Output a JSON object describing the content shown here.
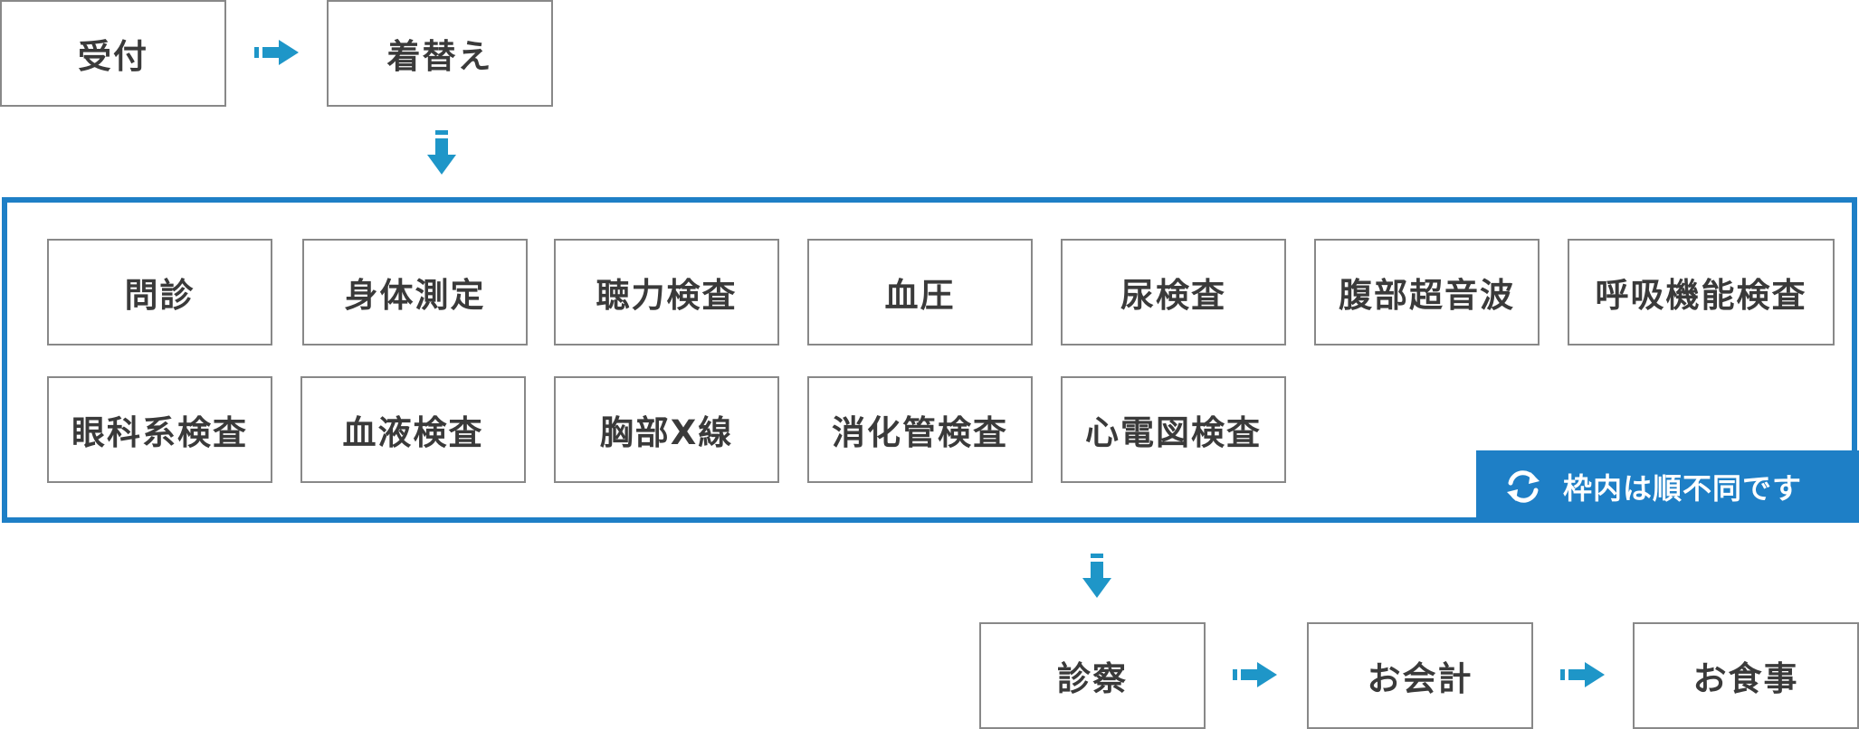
{
  "colors": {
    "accent": "#1e7fc6",
    "arrow": "#1e96c8",
    "border": "#888888",
    "text": "#3a3a3a"
  },
  "flow": {
    "start": [
      "受付",
      "着替え"
    ],
    "end": [
      "診察",
      "お会計",
      "お食事"
    ]
  },
  "frame": {
    "row1": [
      "問診",
      "身体測定",
      "聴力検査",
      "血圧",
      "尿検査",
      "腹部超音波",
      "呼吸機能検査"
    ],
    "row2": [
      "眼科系検査",
      "血液検査",
      "胸部X線",
      "消化管検査",
      "心電図検査"
    ],
    "note": "枠内は順不同です",
    "note_icon": "refresh-icon"
  }
}
